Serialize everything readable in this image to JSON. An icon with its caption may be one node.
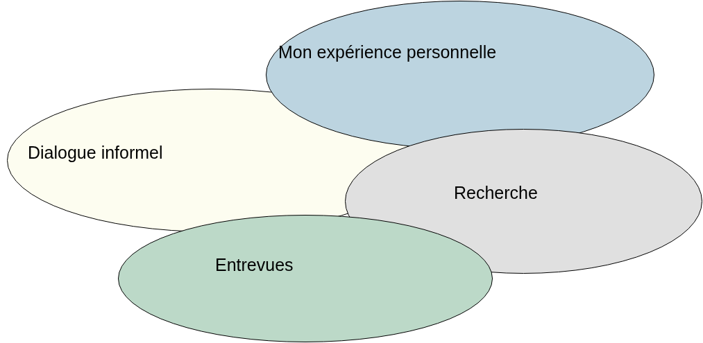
{
  "diagram": {
    "nodes": [
      {
        "text": [
          "Mon expérience personnelle"
        ]
      },
      {
        "text": [
          "Dialogue informel"
        ]
      },
      {
        "text": [
          "Recherche"
        ]
      },
      {
        "text": [
          "Entrevues"
        ]
      }
    ]
  }
}
